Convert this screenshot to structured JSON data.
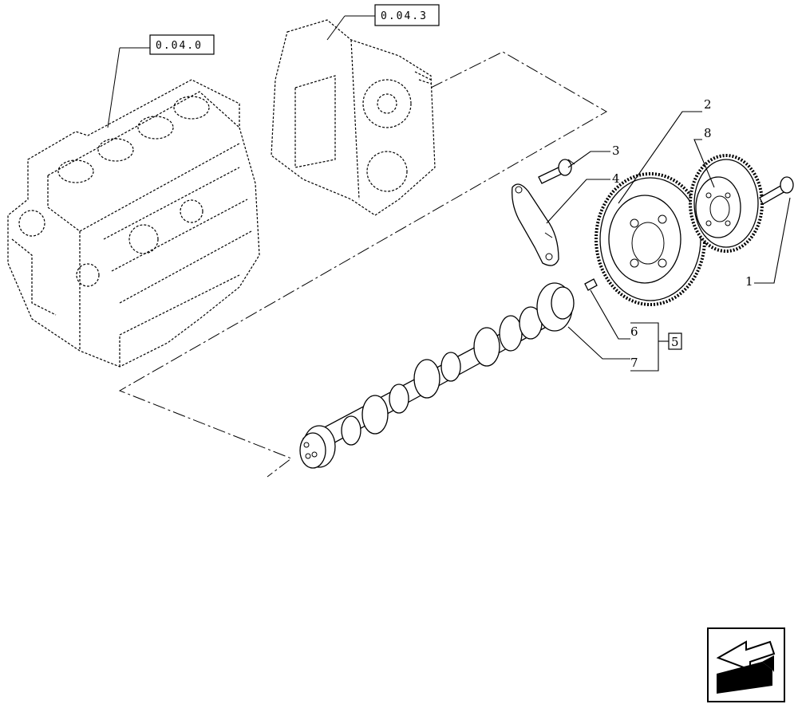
{
  "refs": {
    "engine_block": "0.04.0",
    "timing_cover": "0.04.3"
  },
  "callouts": {
    "p1": "1",
    "p2": "2",
    "p3": "3",
    "p4": "4",
    "p5": "5",
    "p6": "6",
    "p7": "7",
    "p8": "8"
  },
  "icons": {
    "nav_arrow": "back-arrow-icon"
  },
  "colors": {
    "line": "#000000",
    "background": "#ffffff"
  }
}
